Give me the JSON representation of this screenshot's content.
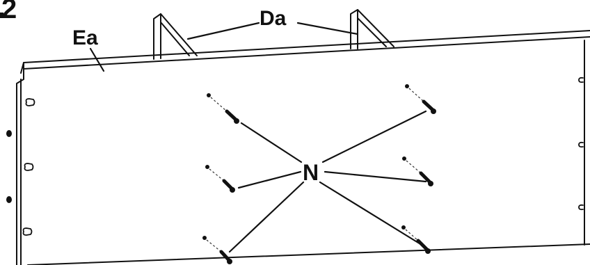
{
  "step_number": "2",
  "labels": {
    "panel": "Ea",
    "brackets": "Da",
    "screws": "N"
  },
  "colors": {
    "line": "#111111",
    "background": "#ffffff"
  }
}
